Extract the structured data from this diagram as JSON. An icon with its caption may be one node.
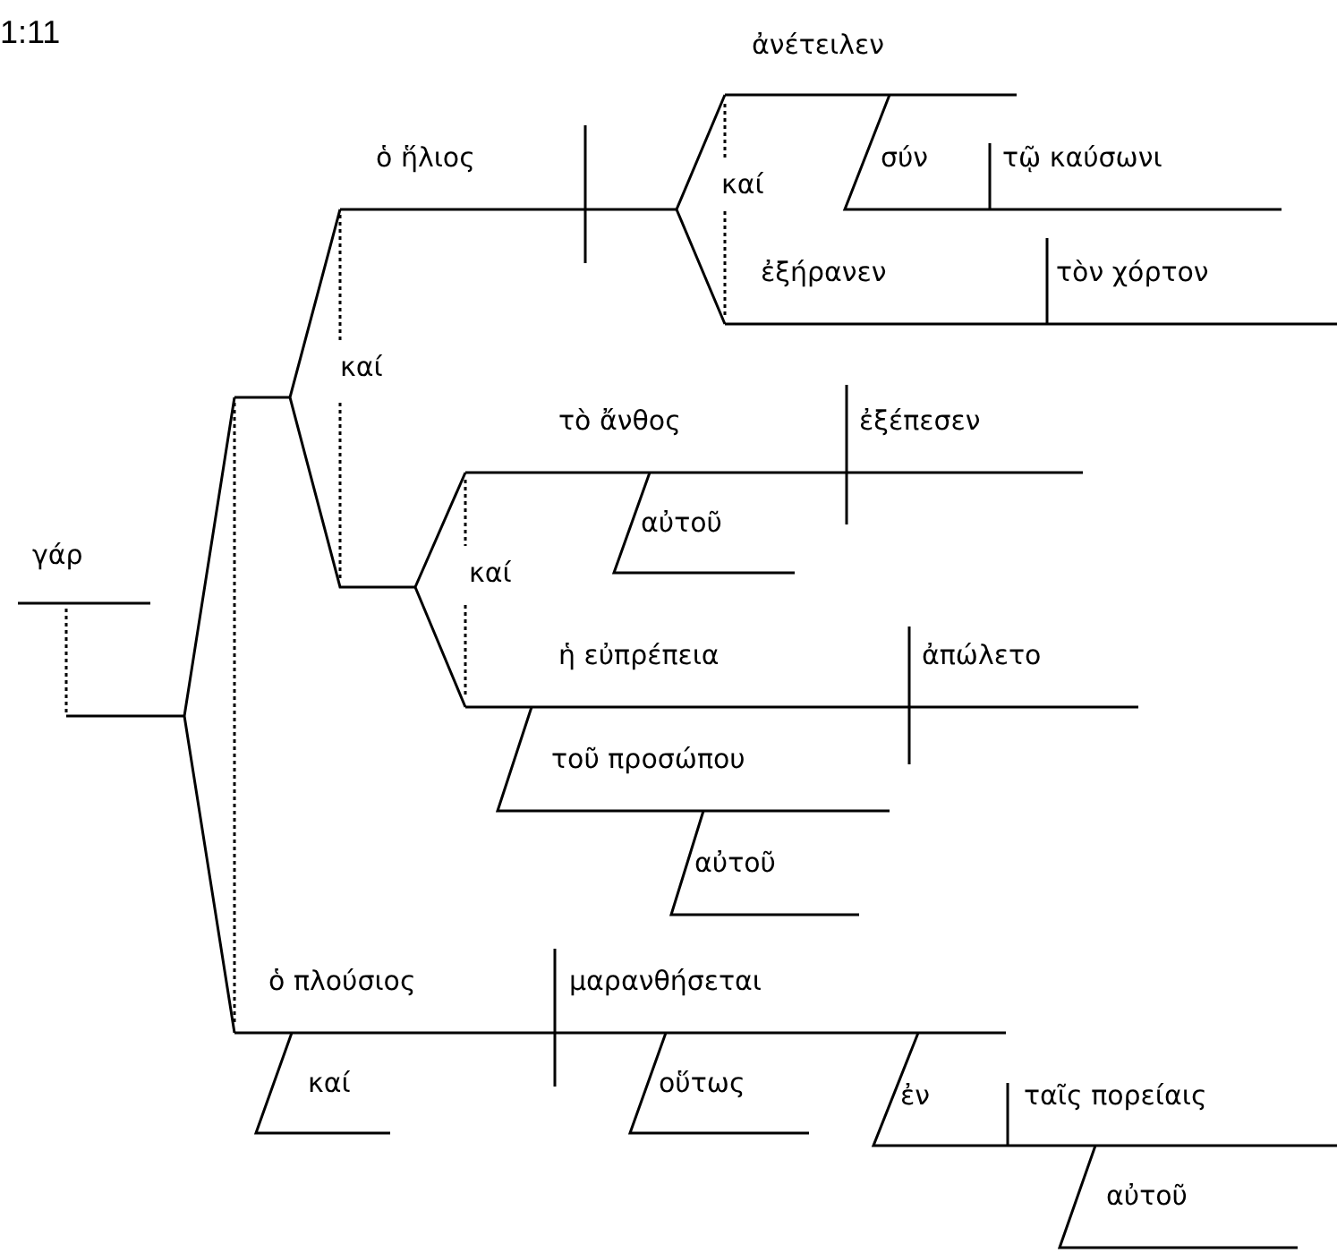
{
  "diagram": {
    "labels": [
      "1:11",
      "ἀνέτειλεν",
      "ὁ ἥλιος",
      "καί",
      "σύν",
      "τῷ καύσωνι",
      "καί",
      "ἐξήρανεν",
      "τὸν χόρτον",
      "τὸ ἄνθος",
      "ἐξέπεσεν",
      "γάρ",
      "αὐτοῦ",
      "καί",
      "ἡ εὐπρέπεια",
      "ἀπώλετο",
      "τοῦ προσώπου",
      "αὐτοῦ",
      "ὁ πλούσιος",
      "μαρανθήσεται",
      "καί",
      "οὕτως",
      "ἐν",
      "ταῖς πορείαις",
      "αὐτοῦ"
    ]
  }
}
